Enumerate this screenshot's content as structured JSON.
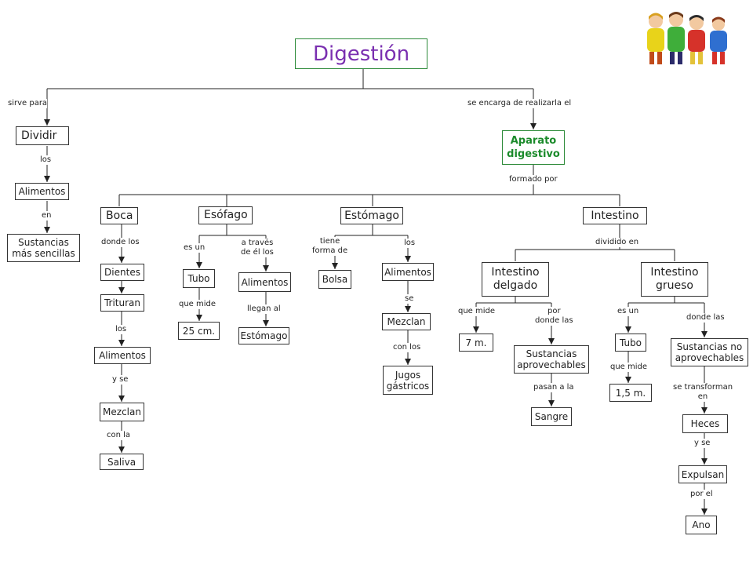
{
  "title": "Digestión",
  "nodes": {
    "dividir": "Dividir",
    "alimentos_left": "Alimentos",
    "sustancias": "Sustancias\nmás sencillas",
    "aparato": "Aparato\ndigestivo",
    "boca": "Boca",
    "esofago": "Esófago",
    "estomago": "Estómago",
    "intestino": "Intestino",
    "dientes": "Dientes",
    "trituran": "Trituran",
    "alimentos_boca": "Alimentos",
    "mezclan_boca": "Mezclan",
    "saliva": "Saliva",
    "tubo_eso": "Tubo",
    "cm25": "25 cm.",
    "alimentos_eso": "Alimentos",
    "estomago_eso": "Estómago",
    "bolsa": "Bolsa",
    "alimentos_est": "Alimentos",
    "mezclan_est": "Mezclan",
    "jugos": "Jugos\ngástricos",
    "int_delgado": "Intestino\ndelgado",
    "int_grueso": "Intestino\ngrueso",
    "m7": "7 m.",
    "sust_aprov": "Sustancias\naprovechables",
    "sangre": "Sangre",
    "tubo_int": "Tubo",
    "m15": "1,5 m.",
    "sust_noaprov": "Sustancias no\naprovechables",
    "heces": "Heces",
    "expulsan": "Expulsan",
    "ano": "Ano"
  },
  "labels": {
    "sirve_para": "sirve para",
    "se_encarga": "se encarga de realizarla el",
    "los_1": "los",
    "en_1": "en",
    "formado_por": "formado por",
    "donde_los": "donde los",
    "los_2": "los",
    "y_se_1": "y se",
    "con_la": "con la",
    "es_un_1": "es un",
    "que_mide_1": "que mide",
    "a_traves": "a través\nde él los",
    "llegan_al": "llegan al",
    "tiene_forma": "tiene\nforma de",
    "los_3": "los",
    "se_1": "se",
    "con_los": "con los",
    "dividido_en": "dividido en",
    "que_mide_2": "que mide",
    "por_donde": "por\ndonde las",
    "pasan_a_la": "pasan a la",
    "es_un_2": "es un",
    "que_mide_3": "que mide",
    "donde_las": "donde las",
    "se_transforman": "se transforman\nen",
    "y_se_2": "y se",
    "por_el": "por el"
  },
  "colors": {
    "title_text": "#7a2fb0",
    "title_border": "#2e8b3a",
    "aparato_text": "#1a8a2a",
    "line": "#222222"
  },
  "decoration": "children-figures-illustration"
}
